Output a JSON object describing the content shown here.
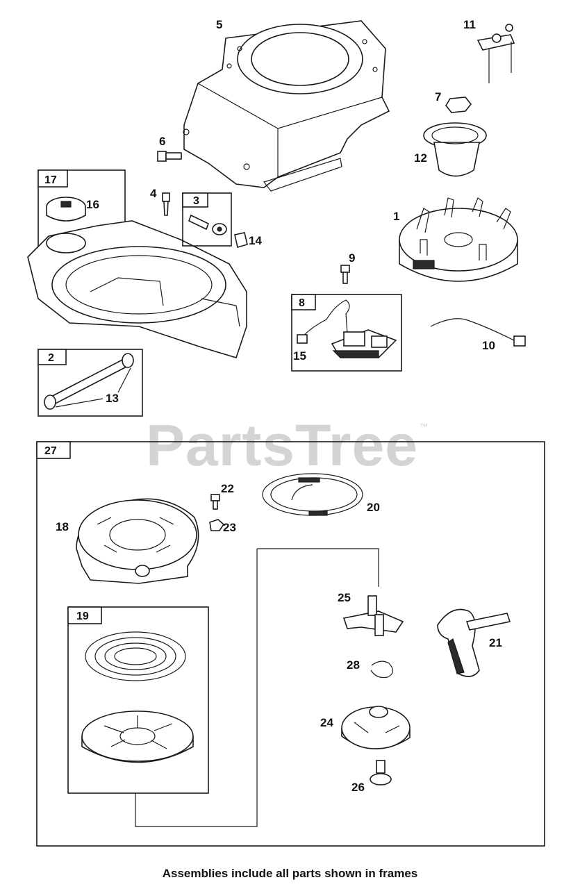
{
  "watermark": {
    "text": "PartsTree",
    "trademark": "™"
  },
  "caption": "Assemblies include all parts shown in frames",
  "callouts": {
    "p1": "1",
    "p2": "2",
    "p3": "3",
    "p4": "4",
    "p5": "5",
    "p6": "6",
    "p7": "7",
    "p8": "8",
    "p9": "9",
    "p10": "10",
    "p11": "11",
    "p12": "12",
    "p13": "13",
    "p14": "14",
    "p15": "15",
    "p16": "16",
    "p17": "17",
    "p18": "18",
    "p19": "19",
    "p20": "20",
    "p21": "21",
    "p22": "22",
    "p23": "23",
    "p24": "24",
    "p25": "25",
    "p26": "26",
    "p27": "27",
    "p28": "28"
  }
}
